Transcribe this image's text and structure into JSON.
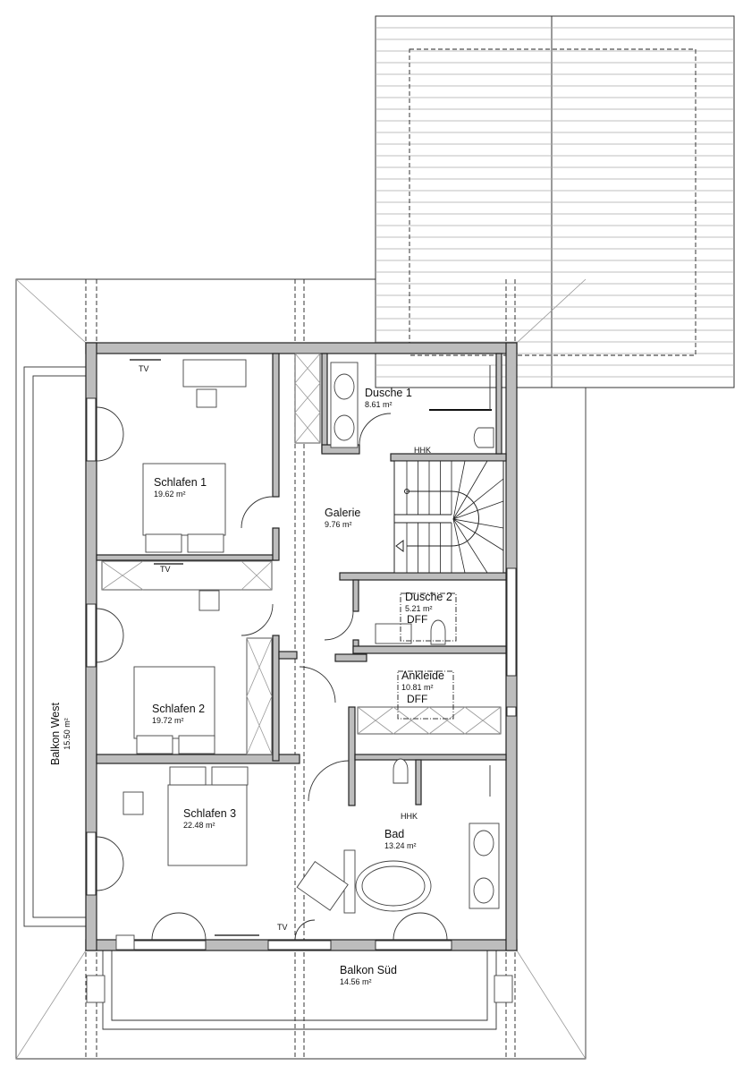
{
  "rooms": {
    "schlafen1": {
      "name": "Schlafen 1",
      "area": "19.62 m²"
    },
    "schlafen2": {
      "name": "Schlafen 2",
      "area": "19.72 m²"
    },
    "schlafen3": {
      "name": "Schlafen 3",
      "area": "22.48 m²"
    },
    "dusche1": {
      "name": "Dusche 1",
      "area": "8.61 m²"
    },
    "galerie": {
      "name": "Galerie",
      "area": "9.76 m²"
    },
    "dusche2": {
      "name": "Dusche 2",
      "area": "5.21 m²",
      "note": "DFF"
    },
    "ankleide": {
      "name": "Ankleide",
      "area": "10.81 m²",
      "note": "DFF"
    },
    "bad": {
      "name": "Bad",
      "area": "13.24 m²"
    },
    "balkon_sued": {
      "name": "Balkon Süd",
      "area": "14.56 m²"
    },
    "balkon_west": {
      "name": "Balkon West",
      "area": "15.50 m²"
    }
  },
  "fixtures": {
    "tv": "TV",
    "hhk": "HHK"
  }
}
